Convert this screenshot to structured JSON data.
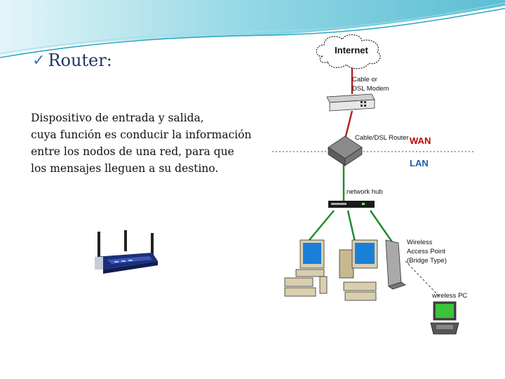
{
  "slide": {
    "title": "Router:",
    "description_lines": [
      "Dispositivo de entrada y salida,",
      "cuya función es conducir la información",
      "entre los nodos de una red, para que",
      "los mensajes lleguen a su destino."
    ]
  },
  "diagram": {
    "internet": "Internet",
    "modem_line1": "Cable or",
    "modem_line2": "DSL Modem",
    "router": "Cable/DSL Router",
    "wan": "WAN",
    "lan": "LAN",
    "hub": "network hub",
    "ap_line1": "Wireless",
    "ap_line2": "Access Point",
    "ap_line3": "(Bridge Type)",
    "wireless_pc": "wireless PC"
  },
  "colors": {
    "title": "#1f3864",
    "check": "#2e75b6",
    "wan": "#c00000",
    "lan": "#1f5fb0",
    "link_red": "#b22222",
    "link_green": "#1e8c2e"
  }
}
